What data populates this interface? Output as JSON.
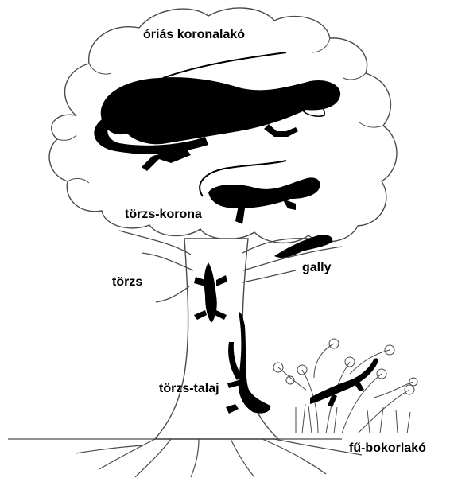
{
  "diagram": {
    "labels": {
      "crown_giant": "óriás koronalakó",
      "trunk_crown": "törzs-korona",
      "twig": "gally",
      "trunk": "törzs",
      "trunk_ground": "törzs-talaj",
      "grass_bush": "fű-bokorlakó"
    },
    "colors": {
      "line": "#4a4a4a",
      "silhouette": "#000000",
      "background": "#ffffff"
    }
  }
}
